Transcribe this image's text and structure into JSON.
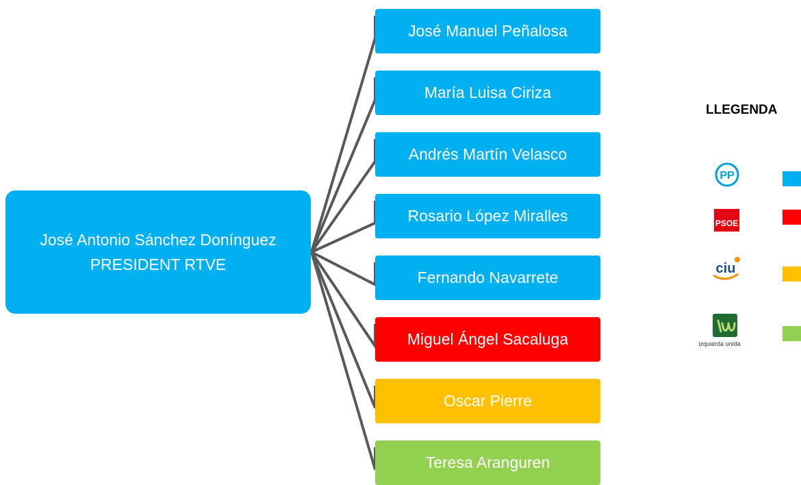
{
  "root": {
    "name": "José Antonio Sánchez Donínguez",
    "role": "PRESIDENT RTVE",
    "color": "#00b0f0"
  },
  "members": [
    {
      "name": "José Manuel Peñalosa",
      "party": "PP",
      "color": "#00b0f0"
    },
    {
      "name": "María Luisa Ciriza",
      "party": "PP",
      "color": "#00b0f0"
    },
    {
      "name": "Andrés Martín Velasco",
      "party": "PP",
      "color": "#00b0f0"
    },
    {
      "name": "Rosario López Miralles",
      "party": "PP",
      "color": "#00b0f0"
    },
    {
      "name": "Fernando Navarrete",
      "party": "PP",
      "color": "#00b0f0"
    },
    {
      "name": "Miguel Ángel Sacaluga",
      "party": "PSOE",
      "color": "#ff0000"
    },
    {
      "name": "Oscar Pierre",
      "party": "CiU",
      "color": "#ffc000"
    },
    {
      "name": "Teresa Aranguren",
      "party": "IU",
      "color": "#92d050"
    }
  ],
  "connector_color": "#595959",
  "legend": {
    "title": "LLEGENDA",
    "items": [
      {
        "logo_icon": "pp-logo-icon",
        "logo_text": "PP",
        "color": "#00b0f0"
      },
      {
        "logo_icon": "psoe-logo-icon",
        "logo_text": "PSOE",
        "color": "#ff0000"
      },
      {
        "logo_icon": "ciu-logo-icon",
        "logo_text": "ciu",
        "color": "#ffc000"
      },
      {
        "logo_icon": "iu-logo-icon",
        "logo_text": "izquierda unida",
        "color": "#92d050"
      }
    ]
  }
}
